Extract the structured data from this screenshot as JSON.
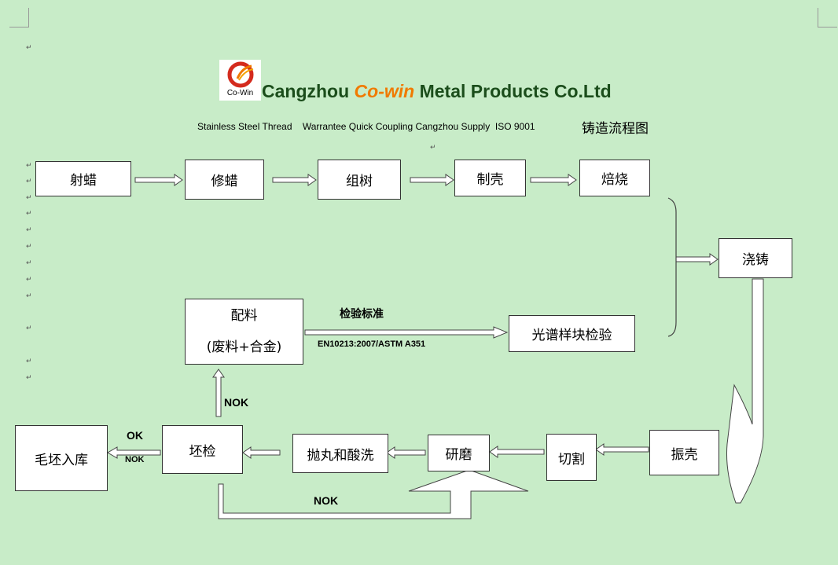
{
  "header": {
    "logo_text": "Co-Win",
    "title_part1": "Cangzhou ",
    "title_accent": "Co-win",
    "title_part2": " Metal Products Co.Ltd",
    "subtitle": "Stainless Steel Thread    Warrantee Quick Coupling Cangzhou Supply  ISO 9001",
    "flow_title": "铸造流程图"
  },
  "steps": {
    "wax_injection": "射蜡",
    "wax_repair": "修蜡",
    "tree_assembly": "组树",
    "shell_making": "制壳",
    "roasting": "焙烧",
    "pouring": "浇铸",
    "shakeout": "振壳",
    "cutting": "切割",
    "grinding": "研磨",
    "shot_pickle": "抛丸和酸洗",
    "blank_inspection": "坯检",
    "blank_storage": "毛坯入库",
    "batching_line1": "配料",
    "batching_line2": "(废料+合金)",
    "spectral_test": "光谱样块检验"
  },
  "labels": {
    "inspection_standard": "检验标准",
    "standard_codes": "EN10213:2007/ASTM A351",
    "ok": "OK",
    "nok_storage": "NOK",
    "nok_up": "NOK",
    "nok_bottom": "NOK"
  },
  "colors": {
    "background": "#c8ecc8",
    "title": "#1b4d1b",
    "accent": "#f07a00",
    "logo_red": "#d42b1e"
  }
}
